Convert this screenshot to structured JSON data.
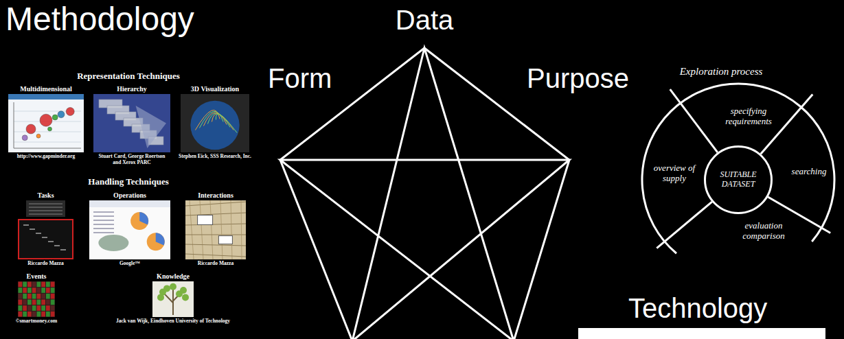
{
  "diagram": {
    "title": "Methodology",
    "nodes": [
      {
        "text": [
          "Multidimensional",
          "http://www.gapminder.org"
        ]
      },
      {
        "text": [
          "Hierarchy",
          "Stuart Card, George Roertson and Xerox PARC"
        ]
      },
      {
        "text": [
          "3D Visualization",
          "Stephen Eick, SSS Research, Inc."
        ]
      },
      {
        "text": [
          "Tasks",
          "Riccardo Mazza"
        ]
      },
      {
        "text": [
          "Operations",
          "Google™"
        ]
      },
      {
        "text": [
          "Interactions",
          "Riccardo Mazza"
        ]
      },
      {
        "text": [
          "Events",
          "©smartmoney.com"
        ]
      },
      {
        "text": [
          "Knowledge",
          "Jack van Wijk, Eindhoven University of Technology"
        ]
      },
      {
        "text": [
          "Exploration process",
          "specifying requirements",
          "overview of supply",
          "searching",
          "evaluation comparison"
        ]
      },
      {
        "text": [
          "SUITABLE DATASET"
        ],
        "in": 8
      }
    ],
    "labels": [
      "Representation Techniques",
      "Handling Techniques",
      "Form",
      "Data",
      "Purpose",
      "Technology"
    ]
  }
}
